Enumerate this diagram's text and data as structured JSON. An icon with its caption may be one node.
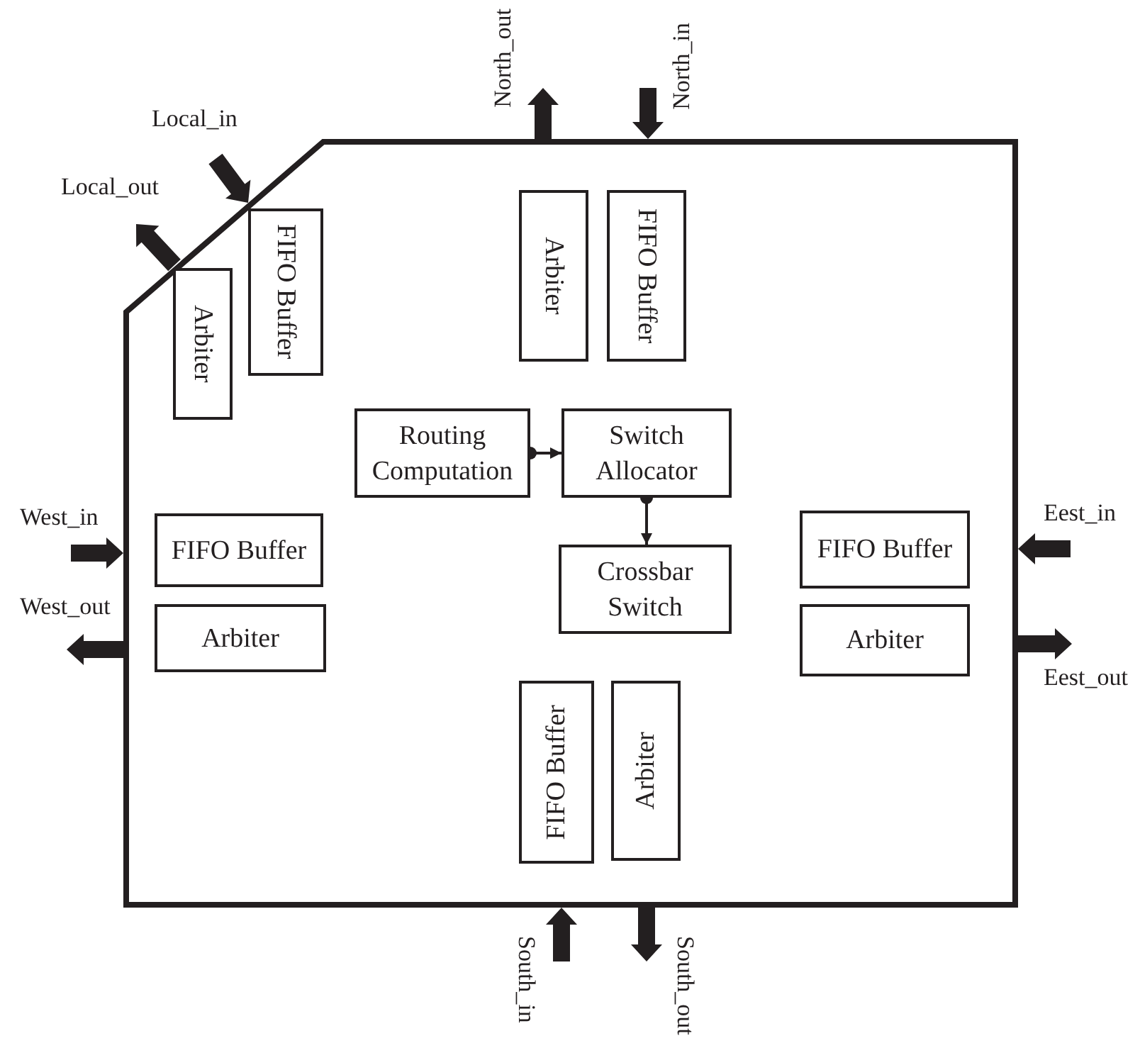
{
  "diagram": {
    "nodes": [
      {
        "text": [],
        "shape": "box"
      },
      {
        "text": [
          "Local_in"
        ]
      },
      {
        "text": [
          "Local_out"
        ]
      },
      {
        "text": [
          "North_out"
        ]
      },
      {
        "text": [
          "North_in"
        ]
      },
      {
        "text": [
          "FIFO Buffer"
        ],
        "in": 0
      },
      {
        "text": [
          "Arbiter"
        ],
        "in": 0
      },
      {
        "text": [
          "Arbiter"
        ],
        "in": 0
      },
      {
        "text": [
          "FIFO Buffer"
        ],
        "in": 0
      },
      {
        "text": [
          "Routing Computation"
        ],
        "in": 0
      },
      {
        "text": [
          "Switch Allocator"
        ],
        "in": 0
      },
      {
        "text": [
          "FIFO Buffer"
        ],
        "in": 0
      },
      {
        "text": [
          "Arbiter"
        ],
        "in": 0
      },
      {
        "text": [
          "Crossbar Switch"
        ],
        "in": 0
      },
      {
        "text": [
          "FIFO Buffer"
        ],
        "in": 0
      },
      {
        "text": [
          "Arbiter"
        ],
        "in": 0
      },
      {
        "text": [
          "FIFO Buffer"
        ],
        "in": 0
      },
      {
        "text": [
          "Arbiter"
        ],
        "in": 0
      },
      {
        "text": [
          "West_in"
        ]
      },
      {
        "text": [
          "West_out"
        ]
      },
      {
        "text": [
          "Eest_in"
        ]
      },
      {
        "text": [
          "Eest_out"
        ]
      },
      {
        "text": [
          "South_in"
        ]
      },
      {
        "text": [
          "South_out"
        ]
      }
    ],
    "edges": [
      {
        "from": 1,
        "to": 0,
        "arrow": "to",
        "style": "thick"
      },
      {
        "from": 0,
        "to": 2,
        "arrow": "to",
        "style": "thick"
      },
      {
        "from": 0,
        "to": 3,
        "arrow": "to",
        "style": "thick"
      },
      {
        "from": 4,
        "to": 0,
        "arrow": "to",
        "style": "thick"
      },
      {
        "from": 9,
        "to": 10,
        "arrow": "to"
      },
      {
        "from": 10,
        "to": 13,
        "arrow": "to"
      },
      {
        "from": 18,
        "to": 0,
        "arrow": "to",
        "style": "thick"
      },
      {
        "from": 0,
        "to": 19,
        "arrow": "to",
        "style": "thick"
      },
      {
        "from": 20,
        "to": 0,
        "arrow": "to",
        "style": "thick"
      },
      {
        "from": 0,
        "to": 21,
        "arrow": "to",
        "style": "thick"
      },
      {
        "from": 22,
        "to": 0,
        "arrow": "to",
        "style": "thick"
      },
      {
        "from": 0,
        "to": 23,
        "arrow": "to",
        "style": "thick"
      }
    ]
  }
}
